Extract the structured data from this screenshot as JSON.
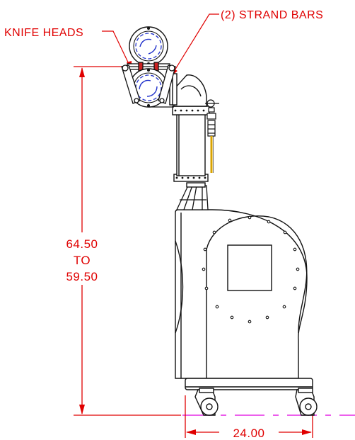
{
  "labels": {
    "knife_heads": "KNIFE HEADS",
    "strand_bars": "(2) STRAND BARS",
    "height_max": "64.50",
    "height_to": "TO",
    "height_min": "59.50",
    "width": "24.00"
  },
  "colors": {
    "outline": "#111111",
    "dimension": "#e00000",
    "centerline": "#e000e0",
    "wire": "#d9a300",
    "cutter": "#2233cc",
    "background": "#ffffff"
  }
}
